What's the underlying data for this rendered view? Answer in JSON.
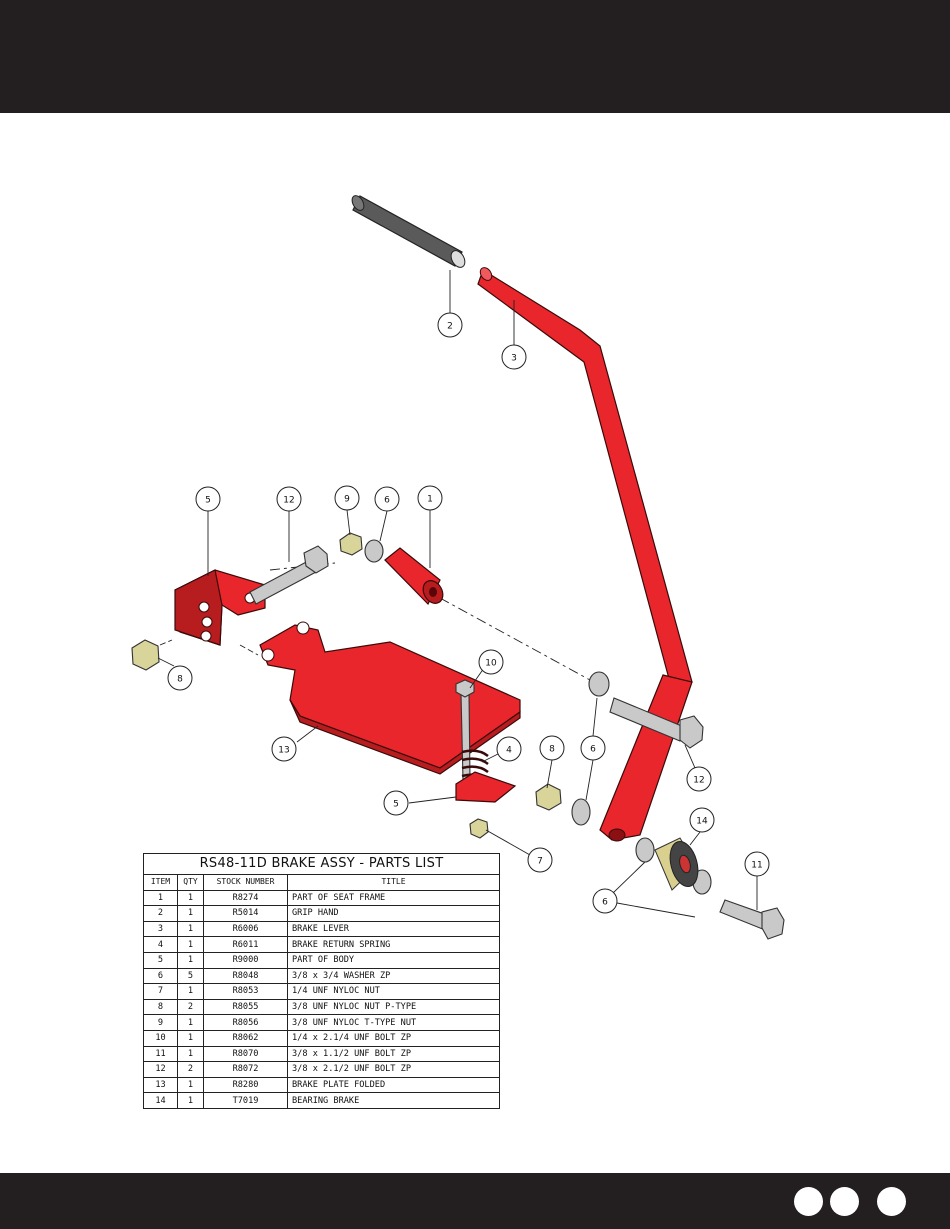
{
  "parts_list": {
    "title": "RS48-11D BRAKE ASSY - PARTS LIST",
    "headers": [
      "ITEM",
      "QTY",
      "STOCK NUMBER",
      "TITLE"
    ],
    "rows": [
      [
        "1",
        "1",
        "R8274",
        "PART OF SEAT FRAME"
      ],
      [
        "2",
        "1",
        "R5014",
        "GRIP HAND"
      ],
      [
        "3",
        "1",
        "R6006",
        "BRAKE LEVER"
      ],
      [
        "4",
        "1",
        "R6011",
        "BRAKE RETURN SPRING"
      ],
      [
        "5",
        "1",
        "R9000",
        "PART OF BODY"
      ],
      [
        "6",
        "5",
        "R8048",
        "3/8 x 3/4 WASHER ZP"
      ],
      [
        "7",
        "1",
        "R8053",
        "1/4 UNF NYLOC NUT"
      ],
      [
        "8",
        "2",
        "R8055",
        "3/8 UNF NYLOC NUT P-TYPE"
      ],
      [
        "9",
        "1",
        "R8056",
        "3/8 UNF NYLOC T-TYPE NUT"
      ],
      [
        "10",
        "1",
        "R8062",
        "1/4 x 2.1/4 UNF BOLT ZP"
      ],
      [
        "11",
        "1",
        "R8070",
        "3/8 x 1.1/2  UNF BOLT ZP"
      ],
      [
        "12",
        "2",
        "R8072",
        "3/8 x 2.1/2  UNF BOLT ZP"
      ],
      [
        "13",
        "1",
        "R8280",
        "BRAKE PLATE FOLDED"
      ],
      [
        "14",
        "1",
        "T7019",
        "BEARING BRAKE"
      ]
    ]
  },
  "callouts": {
    "c2": "2",
    "c3": "3",
    "c5a": "5",
    "c12a": "12",
    "c9": "9",
    "c6a": "6",
    "c1": "1",
    "c8a": "8",
    "c10": "10",
    "c13": "13",
    "c4": "4",
    "c8b": "8",
    "c6b": "6",
    "c12b": "12",
    "c5b": "5",
    "c14": "14",
    "c7": "7",
    "c11": "11",
    "c6c": "6"
  },
  "colors": {
    "band": "#231f20",
    "part_red": "#e8262b",
    "nut_yellow": "#d8d49a",
    "metal": "#c9c9c9"
  }
}
